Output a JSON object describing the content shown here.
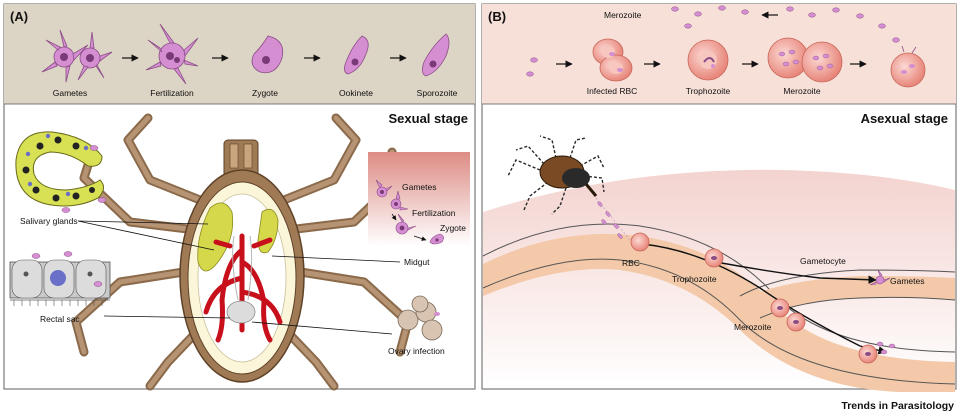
{
  "panel_a": {
    "letter": "(A)",
    "stage_title": "Sexual stage",
    "top_labels": [
      "Gametes",
      "Fertilization",
      "Zygote",
      "Ookinete",
      "Sporozoite"
    ],
    "tick_labels": {
      "salivary": "Salivary glands",
      "rectal": "Rectal sac",
      "midgut": "Midgut",
      "ovary": "Ovary infection"
    },
    "inset_labels": [
      "Gametes",
      "Fertilization",
      "Zygote"
    ]
  },
  "panel_b": {
    "letter": "(B)",
    "stage_title": "Asexual stage",
    "top_labels": {
      "merozoite_top": "Merozoite",
      "infected_rbc": "Infected RBC",
      "trophozoite": "Trophozoite",
      "merozoite": "Merozoite"
    },
    "vessel_labels": {
      "rbc": "RBC",
      "trophozoite": "Trophozoite",
      "gametocyte": "Gametocyte",
      "gametes": "Gametes",
      "merozoite": "Merozoite"
    }
  },
  "credit": "Trends in Parasitology",
  "colors": {
    "panel_a_header": "#dcd4c4",
    "panel_b_header": "#f7e0d8",
    "parasite": "#d58ed1",
    "rbc": "#ef9f94",
    "tick_body": "#a07a55",
    "salivary": "#d4d84a",
    "midgut": "#c8101c",
    "vessel_wall": "#f3c9a9"
  }
}
